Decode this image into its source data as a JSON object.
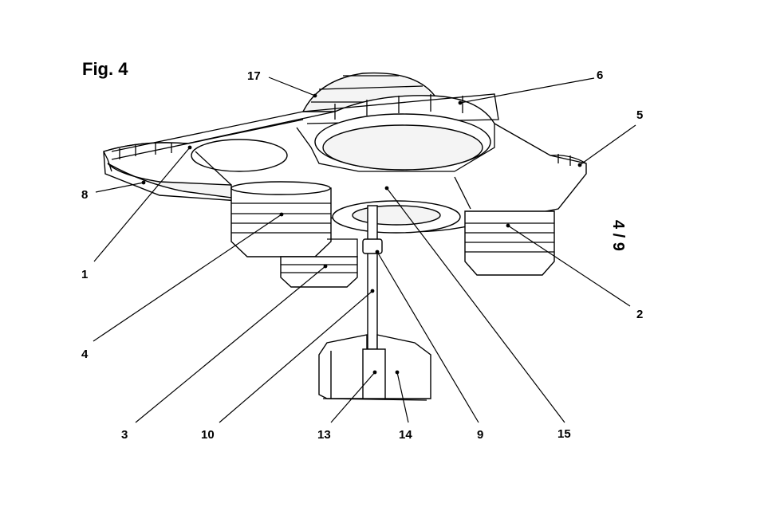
{
  "figure": {
    "title": "Fig. 4",
    "sheet": "4 / 9"
  },
  "labels": {
    "l1": "1",
    "l2": "2",
    "l3": "3",
    "l4": "4",
    "l5": "5",
    "l6": "6",
    "l8": "8",
    "l9": "9",
    "l10": "10",
    "l13": "13",
    "l14": "14",
    "l15": "15",
    "l17": "17"
  }
}
